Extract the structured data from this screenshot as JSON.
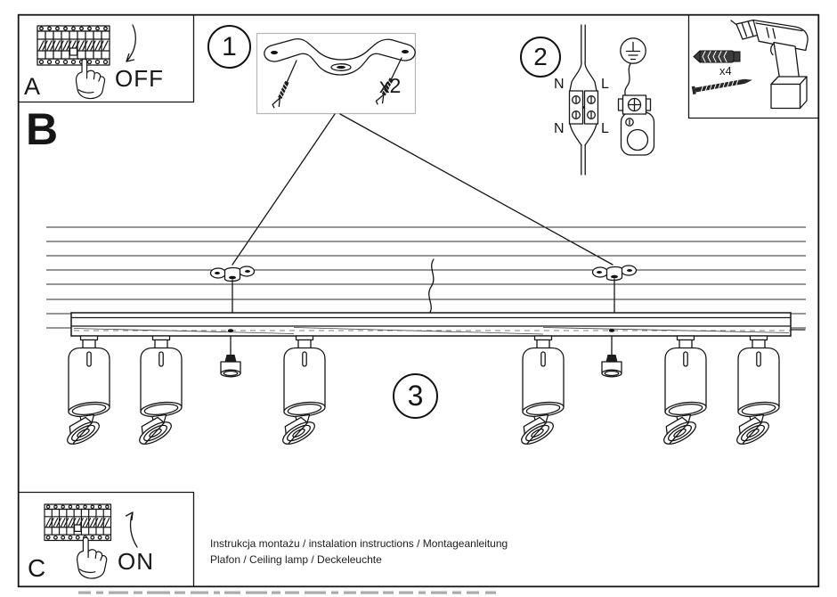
{
  "document": {
    "footer_line1": "Instrukcja montażu / instalation instructions / Montageanleitung",
    "footer_line2": "Plafon / Ceiling lamp / Deckeleuchte"
  },
  "panels": {
    "a": {
      "label": "A",
      "action": "OFF"
    },
    "b": {
      "label": "B"
    },
    "c": {
      "label": "C",
      "action": "ON"
    }
  },
  "steps": [
    {
      "number": "1",
      "quantity": "x2"
    },
    {
      "number": "2"
    },
    {
      "number": "3"
    }
  ],
  "hardware": {
    "anchors_quantity": "x4"
  },
  "wiring_labels": {
    "neutral": "N",
    "live": "L"
  },
  "colors": {
    "ink": "#161616",
    "faint_border": "#b5b5b5",
    "paper": "#ffffff",
    "dark_fill": "#262626"
  },
  "icons": {
    "circuit_breaker": "breaker-panel-row",
    "pointing_hand": "hand-pressing-switch",
    "curved_arrow_off": "arrow-curving-down",
    "curved_arrow_on": "arrow-curving-up",
    "mounting_strap": "ceiling-mounting-bracket",
    "expansion_screw": "anchor-screw",
    "terminal_block": "two-pole-luster-terminal",
    "earth_symbol": "protective-earth-in-circle",
    "earth_terminal": "ground-screw-on-ring",
    "drill": "cordless-drill",
    "wall_plug": "expansion-wall-plug",
    "spotlight": "gu10-spot-shade",
    "pendant_bulb": "gu10-bulb-on-wire"
  }
}
